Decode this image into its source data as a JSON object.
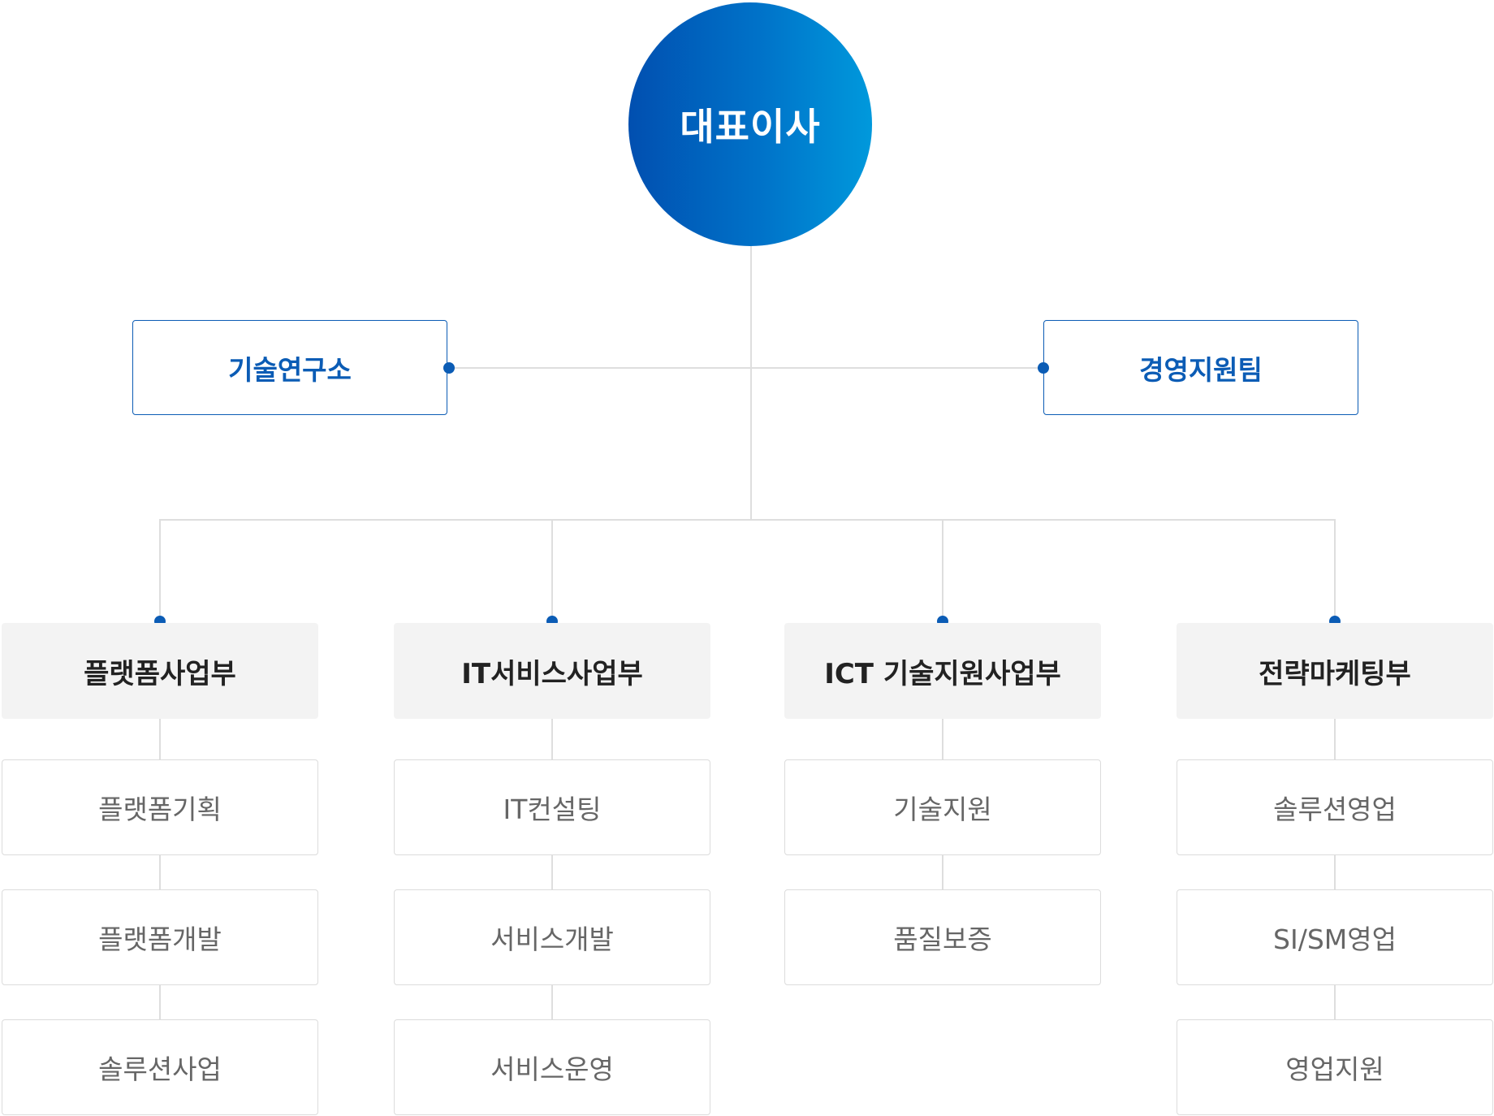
{
  "ceo": {
    "label": "대표이사"
  },
  "side_units": {
    "left": {
      "label": "기술연구소"
    },
    "right": {
      "label": "경영지원팀"
    }
  },
  "departments": [
    {
      "label": "플랫폼사업부",
      "teams": [
        "플랫폼기획",
        "플랫폼개발",
        "솔루션사업"
      ]
    },
    {
      "label": "IT서비스사업부",
      "teams": [
        "IT컨설팅",
        "서비스개발",
        "서비스운영"
      ]
    },
    {
      "label": "ICT 기술지원사업부",
      "teams": [
        "기술지원",
        "품질보증"
      ]
    },
    {
      "label": "전략마케팅부",
      "teams": [
        "솔루션영업",
        "SI/SM영업",
        "영업지원"
      ]
    }
  ],
  "colors": {
    "accent": "#0b5cb5",
    "ceo_gradient_start": "#014fb0",
    "ceo_gradient_end": "#0099dc",
    "connector": "#dedede",
    "dept_bg": "#f3f3f3",
    "team_border": "#dcdcdc"
  }
}
